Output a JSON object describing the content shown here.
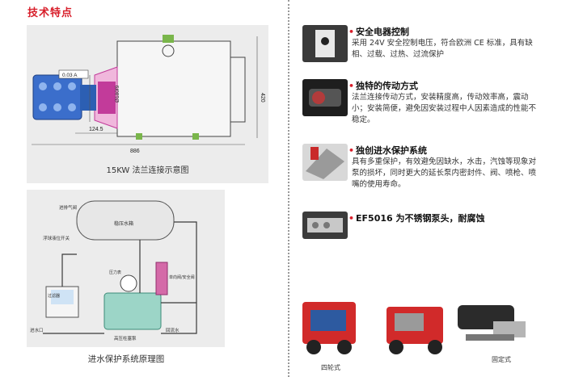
{
  "page": {
    "heading": "技术特点"
  },
  "diagram1": {
    "caption": "15KW 法兰连接示意图",
    "labels": {
      "ref_a": "0.03 A",
      "dia": "Ø180f9",
      "len_short": "124.5",
      "len_total": "886",
      "height": "420"
    }
  },
  "diagram2": {
    "caption": "进水保护系统原理图",
    "labels": {
      "vent": "进排气阀",
      "float": "浮球液位开关",
      "tank": "稳压水箱",
      "filter": "过滤器",
      "inlet": "进水口",
      "pump": "高压柱塞泵",
      "return_water": "回流水",
      "valve": "单向阀/安全阀",
      "gauge": "压力表"
    }
  },
  "features": [
    {
      "title": "安全电器控制",
      "desc": "采用 24V 安全控制电压，符合欧洲 CE 标准，具有缺相、过载、过热、过流保护",
      "icon": "control-panel-icon"
    },
    {
      "title": "独特的传动方式",
      "desc": "法兰连接传动方式，安装精度高，传动效率高，震动小；安装简便，避免因安装过程中人因素造成的性能不稳定。",
      "icon": "flange-drive-icon"
    },
    {
      "title": "独创进水保护系统",
      "desc": "具有多重保护，有效避免因缺水，水击，汽蚀等现象对泵的损坏，同时更大的延长泵内密封件、阀、喷枪、喷嘴的使用寿命。",
      "icon": "water-protection-icon"
    },
    {
      "title": "EF5016 为不锈钢泵头，耐腐蚀",
      "desc": "",
      "icon": "pump-head-icon"
    }
  ],
  "products": [
    {
      "label": "四轮式"
    },
    {
      "label": ""
    },
    {
      "label": "固定式"
    }
  ],
  "colors": {
    "accent": "#d81e2a",
    "pump_blue": "#2c5fb3",
    "flange_magenta": "#c23b9a"
  }
}
